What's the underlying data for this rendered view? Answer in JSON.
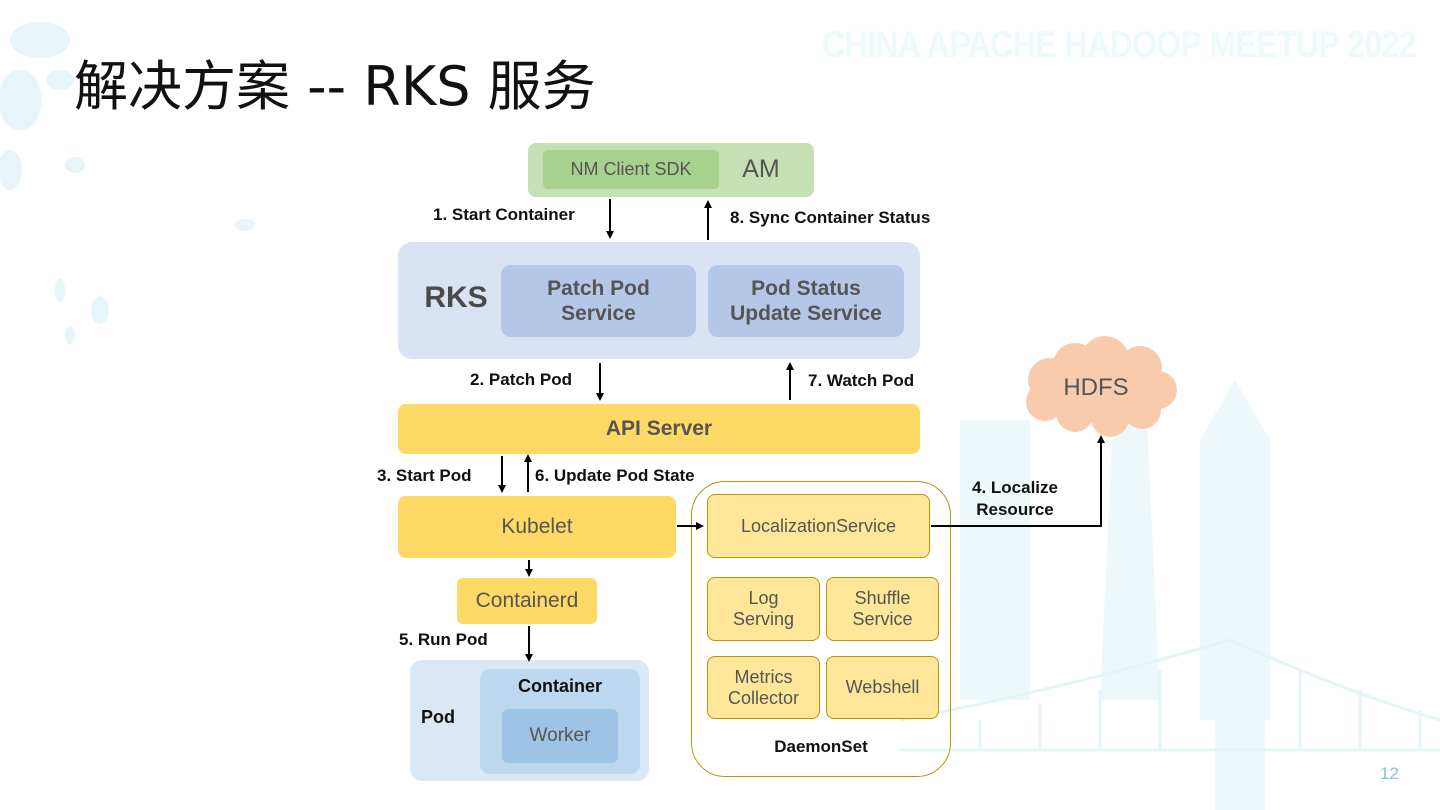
{
  "slide": {
    "title": "解决方案 -- RKS 服务",
    "watermark": "CHINA APACHE HADOOP MEETUP 2022",
    "page_number": "12"
  },
  "colors": {
    "am_outer": "#c5e0b4",
    "am_inner": "#a9d18e",
    "rks_outer": "#dae3f3",
    "rks_inner": "#b4c7e7",
    "k8s_yellow": "#ffd966",
    "daemonset_item": "#ffe699",
    "daemonset_border": "#bf9000",
    "pod_outer": "#dae8f6",
    "container": "#bdd7ee",
    "worker": "#9dc3e6",
    "hdfs_cloud": "#f8cbad",
    "page_number": "#7ec8d3"
  },
  "diagram": {
    "am": {
      "label": "AM",
      "sdk_label": "NM Client SDK"
    },
    "rks": {
      "label": "RKS",
      "services": [
        {
          "line1": "Patch Pod",
          "line2": "Service"
        },
        {
          "line1": "Pod Status",
          "line2": "Update Service"
        }
      ]
    },
    "api_server": {
      "label": "API Server"
    },
    "kubelet": {
      "label": "Kubelet"
    },
    "containerd": {
      "label": "Containerd"
    },
    "pod": {
      "label": "Pod",
      "container_label": "Container",
      "worker_label": "Worker"
    },
    "daemonset": {
      "label": "DaemonSet",
      "localization": "LocalizationService",
      "items": [
        {
          "line1": "Log",
          "line2": "Serving"
        },
        {
          "line1": "Shuffle",
          "line2": "Service"
        },
        {
          "line1": "Metrics",
          "line2": "Collector"
        },
        {
          "line1": "Webshell",
          "line2": ""
        }
      ]
    },
    "hdfs": {
      "label": "HDFS"
    },
    "steps": {
      "s1": "1. Start Container",
      "s2": "2. Patch Pod",
      "s3": "3. Start Pod",
      "s4_line1": "4. Localize",
      "s4_line2": "Resource",
      "s5": "5. Run Pod",
      "s6": "6. Update Pod State",
      "s7": "7. Watch Pod",
      "s8": "8. Sync Container Status"
    }
  }
}
